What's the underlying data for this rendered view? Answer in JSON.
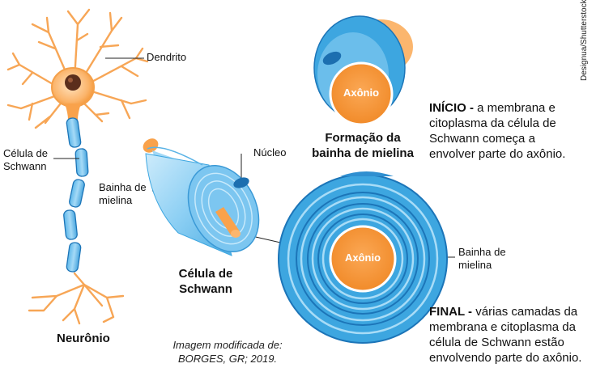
{
  "labels": {
    "dendrito": "Dendrito",
    "celula_schwann_left_1": "Célula de",
    "celula_schwann_left_2": "Schwann",
    "neuronio": "Neurônio",
    "nucleo": "Núcleo",
    "bainha_left_1": "Bainha de",
    "bainha_left_2": "mielina",
    "celula_schwann_center_1": "Célula de",
    "celula_schwann_center_2": "Schwann",
    "formacao_1": "Formação da",
    "formacao_2": "bainha de mielina",
    "axonio_top": "Axônio",
    "axonio_bottom": "Axônio",
    "bainha_right_1": "Bainha de",
    "bainha_right_2": "mielina"
  },
  "text_blocks": {
    "inicio_title": "INÍCIO -",
    "inicio_body": " a membrana e citoplasma da célula de Schwann começa a envolver parte do axônio.",
    "final_title": "FINAL -",
    "final_body": " várias camadas da membrana e citoplasma da célula de Schwann estão envolvendo parte do axônio."
  },
  "source": {
    "line1": "Imagem modificada de:",
    "line2": "BORGES, GR; 2019."
  },
  "credit": "Designua/Shutterstock",
  "colors": {
    "orange": "#F9A24B",
    "orange_light": "#FDD3A3",
    "orange_dark": "#E57E22",
    "blue": "#3DA6E0",
    "blue_light": "#8ED0F4",
    "blue_dark": "#1C75B8",
    "nucleus": "#5B2E1C"
  }
}
